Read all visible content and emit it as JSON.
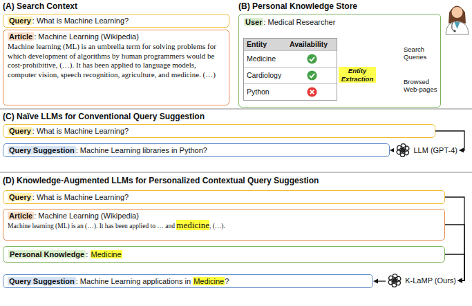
{
  "diagram": {
    "nodes": [
      {
        "text": [
          "Query",
          ": What is Machine Learning?"
        ]
      },
      {
        "text": [
          "Article",
          ": Machine Learning (Wikipedia)",
          "Machine learning (ML) is an umbrella term for solving problems for which development of algorithms by human programmers would be cost-prohibitive, (…). It has been applied to language models, computer vision, speech recognition, agriculture, and medicine. (…)"
        ]
      },
      {
        "text": [
          "User",
          ": Medical Researcher"
        ]
      },
      {
        "text": [
          "Entity",
          "Availability",
          "Medicine",
          "Cardiology",
          "Python"
        ],
        "in": 2
      },
      {
        "text": [
          "Query",
          ": What is Machine Learning?"
        ]
      },
      {
        "text": [
          "LLM (GPT-4)"
        ]
      },
      {
        "text": [
          "Query Suggestion",
          ": Machine Learning libraries in Python?"
        ]
      },
      {
        "text": [
          "Query",
          ": What is Machine Learning?"
        ]
      },
      {
        "text": [
          "Article",
          ": Machine Learning (Wikipedia)",
          "Machine learning (ML) is an (…). It has been applied to … and ",
          "medicine",
          ", (…)."
        ]
      },
      {
        "text": [
          "Personal Knowledge",
          ":",
          "Medicine"
        ]
      },
      {
        "text": [
          "K-LaMP (Ours)"
        ]
      },
      {
        "text": [
          "Query Suggestion",
          ": Machine Learning applications in ",
          "Medicine",
          "?"
        ]
      }
    ],
    "edges": [
      {
        "from": 4,
        "to": 5,
        "arrow": "to"
      },
      {
        "from": 5,
        "to": 6,
        "arrow": "to"
      },
      {
        "from": 7,
        "to": 10,
        "arrow": "to"
      },
      {
        "from": 8,
        "to": 10,
        "arrow": "to"
      },
      {
        "from": 9,
        "to": 10,
        "arrow": "to"
      },
      {
        "from": 10,
        "to": 11,
        "arrow": "to"
      }
    ],
    "labels": [
      "(A) Search Context",
      "(B) Personal Knowledge Store",
      "Entity Extraction",
      "Search Queries",
      "Browsed Web-pages",
      "(C) Naïve LLMs for Conventional Query Suggestion",
      "(D) Knowledge-Augmented LLMs for Personalized Contextual Query Suggestion"
    ]
  }
}
